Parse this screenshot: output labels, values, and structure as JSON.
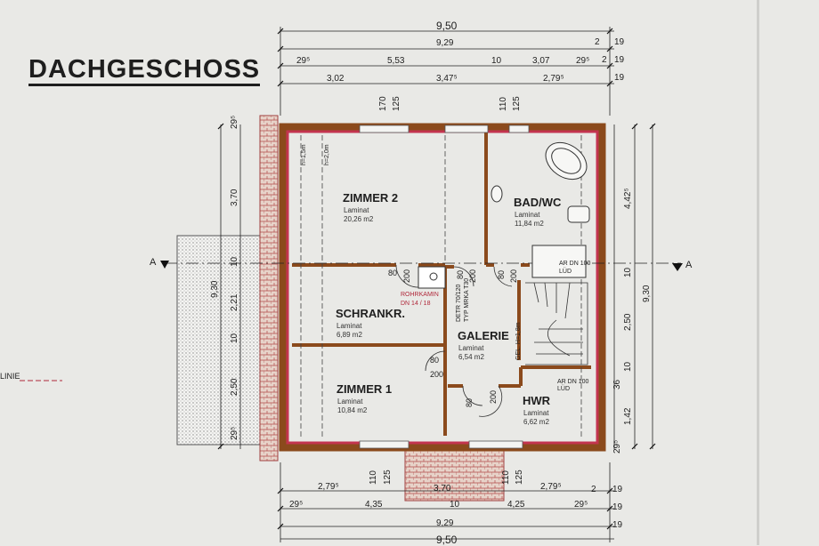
{
  "title": "DACHGESCHOSS",
  "dimensions_top": {
    "overall": "9,50",
    "inner": "9,29",
    "row2": [
      "29⁵",
      "5,53",
      "10",
      "3,07",
      "29⁵"
    ],
    "row3": [
      "3,02",
      "3,47⁵",
      "2,79⁵"
    ],
    "right_labels": [
      "2",
      "19",
      "2",
      "19",
      "19"
    ],
    "window_heights": [
      "170",
      "125",
      "110",
      "125"
    ]
  },
  "dimensions_left": [
    "29⁵",
    "3,70",
    "9,30",
    "10",
    "2,21",
    "10",
    "2,50",
    "29⁵"
  ],
  "dimensions_right": [
    "4,42⁵",
    "9,30",
    "10",
    "2,50",
    "10",
    "36",
    "1,42",
    "29⁵"
  ],
  "dimensions_bottom": {
    "row1": [
      "2,79⁵",
      "3,70",
      "2,79⁵"
    ],
    "row2": [
      "29⁵",
      "4,35",
      "10",
      "4,25",
      "29⁵"
    ],
    "inner": "9,29",
    "overall": "9,50",
    "window_heights": [
      "110",
      "125",
      "110",
      "125"
    ],
    "right_labels": [
      "2",
      "19",
      "19",
      "19"
    ]
  },
  "section_marker": "A",
  "linie_label": "LINIE",
  "rooms": [
    {
      "name": "ZIMMER 2",
      "floor": "Laminat",
      "area": "20,26 m2"
    },
    {
      "name": "BAD/WC",
      "floor": "Laminat",
      "area": "11,84 m2"
    },
    {
      "name": "SCHRANKR.",
      "floor": "Laminat",
      "area": "6,89 m2"
    },
    {
      "name": "GALERIE",
      "floor": "Laminat",
      "area": "6,54 m2"
    },
    {
      "name": "ZIMMER 1",
      "floor": "Laminat",
      "area": "10,84 m2"
    },
    {
      "name": "HWR",
      "floor": "Laminat",
      "area": "6,62 m2"
    }
  ],
  "annotations": {
    "h15": "h=1,5m",
    "h20": "h=2,0m",
    "rohrkamin_1": "ROHRKAMIN",
    "rohrkamin_2": "DN 14 / 18",
    "gel": "GEL. H=1,8m",
    "ar1": "AR DN 100",
    "ar1b": "LÜD",
    "ar2": "AR DN 100",
    "ar2b": "LÜD",
    "door_w": "80",
    "door_h": "200",
    "trap": "DETR 70/120 TYP MRKA T30"
  },
  "colors": {
    "wall_outer": "#8b4a1c",
    "wall_red": "#c3344f",
    "line": "#1e1e1e",
    "hatch": "#777"
  }
}
